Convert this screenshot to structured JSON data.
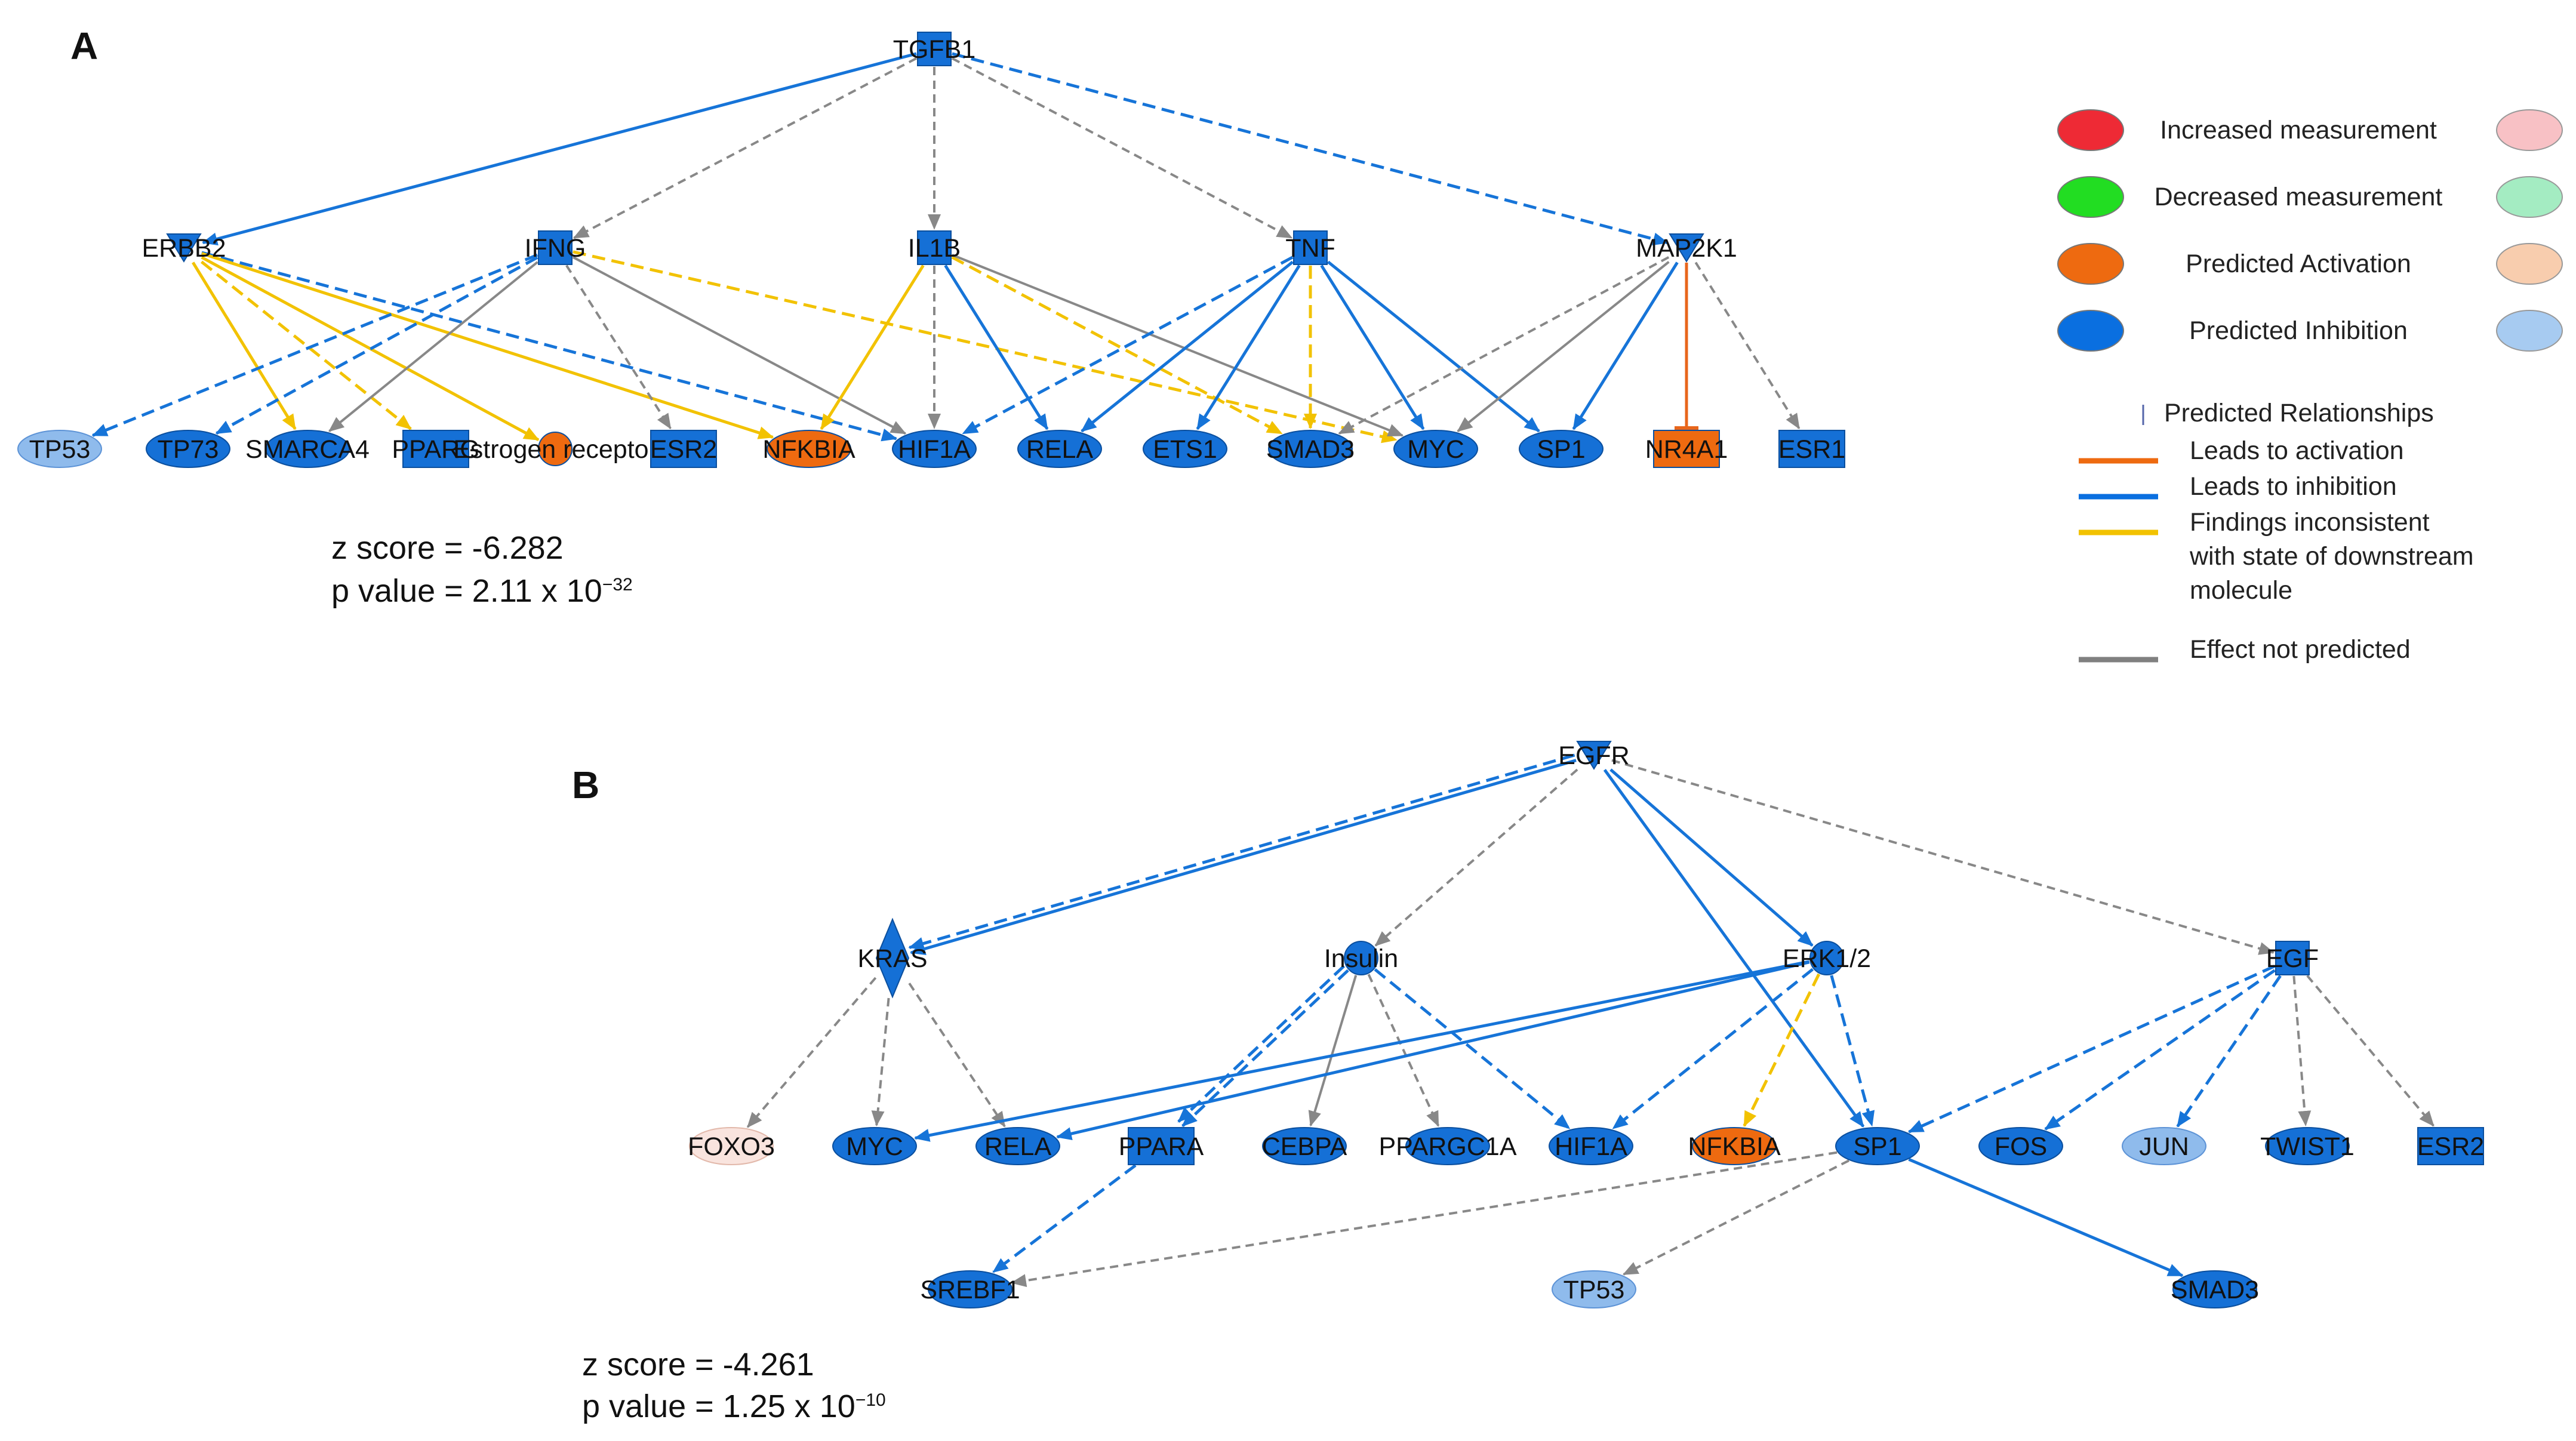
{
  "panels": [
    {
      "letter": "A",
      "z_text": "z score = -6.282",
      "p_text": "p value = 2.11 x 10",
      "p_exp": "−32",
      "nodes": [
        {
          "id": "TGFB1",
          "label": "TGFB1",
          "shape": "square",
          "state": "inh"
        },
        {
          "id": "ERBB2",
          "label": "ERBB2",
          "shape": "vtri",
          "state": "inh"
        },
        {
          "id": "IFNG",
          "label": "IFNG",
          "shape": "square",
          "state": "inh"
        },
        {
          "id": "IL1B",
          "label": "IL1B",
          "shape": "square",
          "state": "inh"
        },
        {
          "id": "TNF",
          "label": "TNF",
          "shape": "square",
          "state": "inh"
        },
        {
          "id": "MAP2K1",
          "label": "MAP2K1",
          "shape": "vtri",
          "state": "inh"
        },
        {
          "id": "TP53",
          "label": "TP53",
          "shape": "ellipse",
          "state": "inh-light"
        },
        {
          "id": "TP73",
          "label": "TP73",
          "shape": "ellipse",
          "state": "inh"
        },
        {
          "id": "SMARCA4",
          "label": "SMARCA4",
          "shape": "ellipse",
          "state": "inh"
        },
        {
          "id": "PPARG",
          "label": "PPARG",
          "shape": "rect",
          "state": "inh"
        },
        {
          "id": "ESTROGEN",
          "label": "Estrogen receptor",
          "shape": "circle",
          "state": "act"
        },
        {
          "id": "ESR2",
          "label": "ESR2",
          "shape": "rect",
          "state": "inh"
        },
        {
          "id": "NFKBIA",
          "label": "NFKBIA",
          "shape": "ellipse",
          "state": "act"
        },
        {
          "id": "HIF1A",
          "label": "HIF1A",
          "shape": "ellipse",
          "state": "inh"
        },
        {
          "id": "RELA",
          "label": "RELA",
          "shape": "ellipse",
          "state": "inh"
        },
        {
          "id": "ETS1",
          "label": "ETS1",
          "shape": "ellipse",
          "state": "inh"
        },
        {
          "id": "SMAD3",
          "label": "SMAD3",
          "shape": "ellipse",
          "state": "inh"
        },
        {
          "id": "MYC",
          "label": "MYC",
          "shape": "ellipse",
          "state": "inh"
        },
        {
          "id": "SP1",
          "label": "SP1",
          "shape": "ellipse",
          "state": "inh"
        },
        {
          "id": "NR4A1",
          "label": "NR4A1",
          "shape": "rect",
          "state": "act"
        },
        {
          "id": "ESR1",
          "label": "ESR1",
          "shape": "rect",
          "state": "inh"
        }
      ],
      "edges": [
        {
          "from": "TGFB1",
          "to": "ERBB2",
          "rel": "inhibition",
          "style": "solid"
        },
        {
          "from": "TGFB1",
          "to": "MAP2K1",
          "rel": "inhibition",
          "style": "dashed"
        },
        {
          "from": "TGFB1",
          "to": "IFNG",
          "rel": "not-predicted",
          "style": "dashed"
        },
        {
          "from": "TGFB1",
          "to": "IL1B",
          "rel": "not-predicted",
          "style": "dashed"
        },
        {
          "from": "TGFB1",
          "to": "TNF",
          "rel": "not-predicted",
          "style": "dashed"
        },
        {
          "from": "ERBB2",
          "to": "HIF1A",
          "rel": "inhibition",
          "style": "dashed"
        },
        {
          "from": "ERBB2",
          "to": "ESTROGEN",
          "rel": "inconsistent",
          "style": "solid"
        },
        {
          "from": "ERBB2",
          "to": "NFKBIA",
          "rel": "inconsistent",
          "style": "solid"
        },
        {
          "from": "ERBB2",
          "to": "SMARCA4",
          "rel": "inconsistent",
          "style": "solid"
        },
        {
          "from": "ERBB2",
          "to": "PPARG",
          "rel": "inconsistent",
          "style": "dashed"
        },
        {
          "from": "IFNG",
          "to": "TP53",
          "rel": "inhibition",
          "style": "dashed"
        },
        {
          "from": "IFNG",
          "to": "TP73",
          "rel": "inhibition",
          "style": "dashed"
        },
        {
          "from": "IFNG",
          "to": "SMARCA4",
          "rel": "not-predicted",
          "style": "solid"
        },
        {
          "from": "IFNG",
          "to": "ESR2",
          "rel": "not-predicted",
          "style": "dashed"
        },
        {
          "from": "IFNG",
          "to": "HIF1A",
          "rel": "not-predicted",
          "style": "solid"
        },
        {
          "from": "IFNG",
          "to": "MYC",
          "rel": "inconsistent",
          "style": "dashed"
        },
        {
          "from": "IL1B",
          "to": "NFKBIA",
          "rel": "inconsistent",
          "style": "solid"
        },
        {
          "from": "IL1B",
          "to": "HIF1A",
          "rel": "not-predicted",
          "style": "dashed"
        },
        {
          "from": "IL1B",
          "to": "RELA",
          "rel": "inhibition",
          "style": "solid"
        },
        {
          "from": "IL1B",
          "to": "SMAD3",
          "rel": "inconsistent",
          "style": "dashed"
        },
        {
          "from": "IL1B",
          "to": "MYC",
          "rel": "not-predicted",
          "style": "solid"
        },
        {
          "from": "TNF",
          "to": "HIF1A",
          "rel": "inhibition",
          "style": "dashed"
        },
        {
          "from": "TNF",
          "to": "RELA",
          "rel": "inhibition",
          "style": "solid"
        },
        {
          "from": "TNF",
          "to": "ETS1",
          "rel": "inhibition",
          "style": "solid"
        },
        {
          "from": "TNF",
          "to": "SMAD3",
          "rel": "inconsistent",
          "style": "dashed"
        },
        {
          "from": "TNF",
          "to": "MYC",
          "rel": "inhibition",
          "style": "solid"
        },
        {
          "from": "TNF",
          "to": "SP1",
          "rel": "inhibition",
          "style": "solid"
        },
        {
          "from": "MAP2K1",
          "to": "SMAD3",
          "rel": "not-predicted",
          "style": "dashed"
        },
        {
          "from": "MAP2K1",
          "to": "MYC",
          "rel": "not-predicted",
          "style": "solid"
        },
        {
          "from": "MAP2K1",
          "to": "SP1",
          "rel": "inhibition",
          "style": "solid"
        },
        {
          "from": "MAP2K1",
          "to": "NR4A1",
          "rel": "activation",
          "style": "solid",
          "head": "bar"
        },
        {
          "from": "MAP2K1",
          "to": "ESR1",
          "rel": "not-predicted",
          "style": "dashed"
        }
      ]
    },
    {
      "letter": "B",
      "z_text": "z score = -4.261",
      "p_text": "p value = 1.25 x 10",
      "p_exp": "−10",
      "nodes": [
        {
          "id": "EGFR",
          "label": "EGFR",
          "shape": "vtri",
          "state": "inh"
        },
        {
          "id": "KRAS",
          "label": "KRAS",
          "shape": "diamond",
          "state": "inh"
        },
        {
          "id": "Insulin",
          "label": "Insulin",
          "shape": "circle",
          "state": "inh"
        },
        {
          "id": "ERK12",
          "label": "ERK1/2",
          "shape": "circle",
          "state": "inh"
        },
        {
          "id": "EGF",
          "label": "EGF",
          "shape": "square",
          "state": "inh"
        },
        {
          "id": "FOXO3",
          "label": "FOXO3",
          "shape": "ellipse",
          "state": "act-light"
        },
        {
          "id": "MYC",
          "label": "MYC",
          "shape": "ellipse",
          "state": "inh"
        },
        {
          "id": "RELA",
          "label": "RELA",
          "shape": "ellipse",
          "state": "inh"
        },
        {
          "id": "PPARA",
          "label": "PPARA",
          "shape": "rect",
          "state": "inh"
        },
        {
          "id": "CEBPA",
          "label": "CEBPA",
          "shape": "ellipse",
          "state": "inh"
        },
        {
          "id": "PPARGC1A",
          "label": "PPARGC1A",
          "shape": "ellipse",
          "state": "inh"
        },
        {
          "id": "HIF1A",
          "label": "HIF1A",
          "shape": "ellipse",
          "state": "inh"
        },
        {
          "id": "NFKBIA",
          "label": "NFKBIA",
          "shape": "ellipse",
          "state": "act"
        },
        {
          "id": "SP1",
          "label": "SP1",
          "shape": "ellipse",
          "state": "inh"
        },
        {
          "id": "FOS",
          "label": "FOS",
          "shape": "ellipse",
          "state": "inh"
        },
        {
          "id": "JUN",
          "label": "JUN",
          "shape": "ellipse",
          "state": "inh-light"
        },
        {
          "id": "TWIST1",
          "label": "TWIST1",
          "shape": "ellipse",
          "state": "inh"
        },
        {
          "id": "ESR2",
          "label": "ESR2",
          "shape": "rect",
          "state": "inh"
        },
        {
          "id": "SREBF1",
          "label": "SREBF1",
          "shape": "ellipse",
          "state": "inh"
        },
        {
          "id": "TP53",
          "label": "TP53",
          "shape": "ellipse",
          "state": "inh-light"
        },
        {
          "id": "SMAD3",
          "label": "SMAD3",
          "shape": "ellipse",
          "state": "inh"
        }
      ],
      "edges": [
        {
          "from": "EGFR",
          "to": "KRAS",
          "rel": "inhibition",
          "style": "solid"
        },
        {
          "from": "EGFR",
          "to": "KRAS",
          "rel": "inhibition",
          "style": "dashed",
          "bend": "a"
        },
        {
          "from": "EGFR",
          "to": "Insulin",
          "rel": "not-predicted",
          "style": "dashed"
        },
        {
          "from": "EGFR",
          "to": "ERK12",
          "rel": "inhibition",
          "style": "solid"
        },
        {
          "from": "EGFR",
          "to": "SP1",
          "rel": "inhibition",
          "style": "solid"
        },
        {
          "from": "EGFR",
          "to": "EGF",
          "rel": "not-predicted",
          "style": "dashed"
        },
        {
          "from": "KRAS",
          "to": "FOXO3",
          "rel": "not-predicted",
          "style": "dashed"
        },
        {
          "from": "KRAS",
          "to": "MYC",
          "rel": "not-predicted",
          "style": "dashed"
        },
        {
          "from": "KRAS",
          "to": "RELA",
          "rel": "not-predicted",
          "style": "dashed"
        },
        {
          "from": "Insulin",
          "to": "PPARA",
          "rel": "inhibition",
          "style": "dashed"
        },
        {
          "from": "Insulin",
          "to": "PPARA",
          "rel": "inhibition",
          "style": "dashed",
          "bend": "b"
        },
        {
          "from": "Insulin",
          "to": "CEBPA",
          "rel": "not-predicted",
          "style": "solid"
        },
        {
          "from": "Insulin",
          "to": "PPARGC1A",
          "rel": "not-predicted",
          "style": "dashed"
        },
        {
          "from": "Insulin",
          "to": "HIF1A",
          "rel": "inhibition",
          "style": "dashed"
        },
        {
          "from": "ERK12",
          "to": "MYC",
          "rel": "inhibition",
          "style": "solid"
        },
        {
          "from": "ERK12",
          "to": "RELA",
          "rel": "inhibition",
          "style": "solid"
        },
        {
          "from": "ERK12",
          "to": "HIF1A",
          "rel": "inhibition",
          "style": "dashed"
        },
        {
          "from": "ERK12",
          "to": "NFKBIA",
          "rel": "inconsistent",
          "style": "dashed"
        },
        {
          "from": "ERK12",
          "to": "SP1",
          "rel": "inhibition",
          "style": "dashed"
        },
        {
          "from": "EGF",
          "to": "SP1",
          "rel": "inhibition",
          "style": "dashed"
        },
        {
          "from": "EGF",
          "to": "FOS",
          "rel": "inhibition",
          "style": "dashed"
        },
        {
          "from": "EGF",
          "to": "JUN",
          "rel": "inhibition",
          "style": "dashed"
        },
        {
          "from": "EGF",
          "to": "TWIST1",
          "rel": "not-predicted",
          "style": "dashed"
        },
        {
          "from": "EGF",
          "to": "ESR2",
          "rel": "not-predicted",
          "style": "dashed"
        },
        {
          "from": "PPARA",
          "to": "SREBF1",
          "rel": "inhibition",
          "style": "dashed"
        },
        {
          "from": "SP1",
          "to": "SREBF1",
          "rel": "not-predicted",
          "style": "dashed"
        },
        {
          "from": "SP1",
          "to": "TP53",
          "rel": "not-predicted",
          "style": "dashed"
        },
        {
          "from": "SP1",
          "to": "SMAD3",
          "rel": "inhibition",
          "style": "solid"
        }
      ]
    }
  ],
  "legend": {
    "measurement": [
      {
        "label": "Increased measurement",
        "color": "#ee2a35",
        "light": "#f8c1c5"
      },
      {
        "label": "Decreased measurement",
        "color": "#22dd22",
        "light": "#a4ecc2"
      },
      {
        "label": "Predicted Activation",
        "color": "#ee6a10",
        "light": "#f8cdae"
      },
      {
        "label": "Predicted Inhibition",
        "color": "#0a6fe0",
        "light": "#a7cbf1"
      }
    ],
    "relationships_title": "Predicted Relationships",
    "relationships": [
      {
        "label": "Leads to activation",
        "color": "#ee6a10"
      },
      {
        "label": "Leads to inhibition",
        "color": "#0a6fe0"
      },
      {
        "label": "Findings inconsistent",
        "lines": [
          "with state of downstream",
          "molecule"
        ],
        "color": "#f2c200"
      },
      {
        "label": "Effect not predicted",
        "color": "#808080"
      }
    ]
  },
  "colors": {
    "inh": "#1570d6",
    "inh-light": "#8fbbec",
    "act": "#ee6a10",
    "act-light": "#f9e4de",
    "inhibition-line": "#1674d8",
    "activation-line": "#e8661c",
    "inconsistent-line": "#f2c200",
    "not-predicted-line": "#888888"
  }
}
